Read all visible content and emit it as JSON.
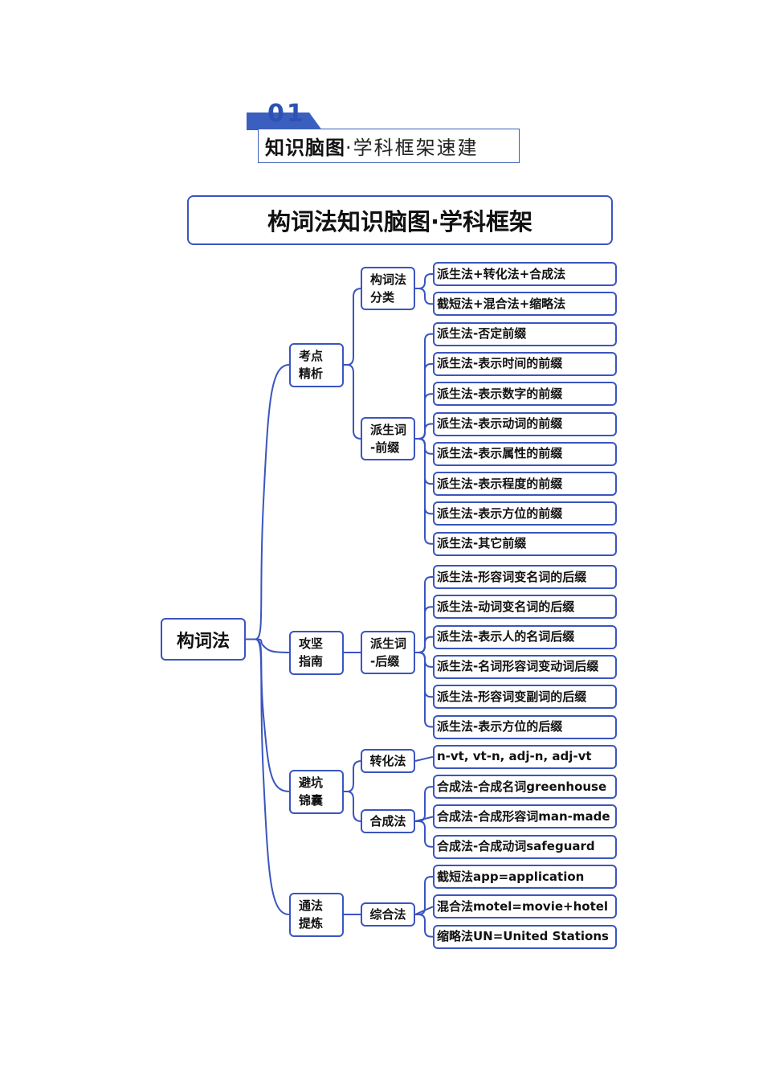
{
  "header": {
    "number": "01",
    "title_bold": "知识脑图",
    "title_rest": "·学科框架速建"
  },
  "main_title": "构词法知识脑图·学科框架",
  "mindmap": {
    "root": "构词法",
    "branches": [
      {
        "label_lines": [
          "考点",
          "精析"
        ],
        "groups": [
          {
            "label_lines": [
              "构词法",
              "分类"
            ],
            "leaves": [
              "派生法+转化法+合成法",
              "截短法+混合法+缩略法"
            ]
          },
          {
            "label_lines": [
              "派生词",
              "-前缀"
            ],
            "leaves": [
              "派生法-否定前缀",
              "派生法-表示时间的前缀",
              "派生法-表示数字的前缀",
              "派生法-表示动词的前缀",
              "派生法-表示属性的前缀",
              "派生法-表示程度的前缀",
              "派生法-表示方位的前缀",
              "派生法-其它前缀"
            ]
          }
        ]
      },
      {
        "label_lines": [
          "攻坚",
          "指南"
        ],
        "groups": [
          {
            "label_lines": [
              "派生词",
              "-后缀"
            ],
            "leaves": [
              "派生法-形容词变名词的后缀",
              "派生法-动词变名词的后缀",
              "派生法-表示人的名词后缀",
              "派生法-名词形容词变动词后缀",
              "派生法-形容词变副词的后缀",
              "派生法-表示方位的后缀"
            ]
          }
        ]
      },
      {
        "label_lines": [
          "避坑",
          "锦囊"
        ],
        "groups": [
          {
            "label_lines": [
              "转化法"
            ],
            "leaves": [
              "n-vt, vt-n, adj-n, adj-vt"
            ]
          },
          {
            "label_lines": [
              "合成法"
            ],
            "leaves": [
              "合成法-合成名词greenhouse",
              "合成法-合成形容词man-made",
              "合成法-合成动词safeguard"
            ]
          }
        ]
      },
      {
        "label_lines": [
          "通法",
          "提炼"
        ],
        "groups": [
          {
            "label_lines": [
              "综合法"
            ],
            "leaves": [
              "截短法app=application",
              "混合法motel=movie+hotel",
              "缩略法UN=United Stations"
            ]
          }
        ]
      }
    ]
  },
  "colors": {
    "accent": "#3a55bf",
    "header_tab": "#3a5fbf",
    "text": "#111111"
  }
}
